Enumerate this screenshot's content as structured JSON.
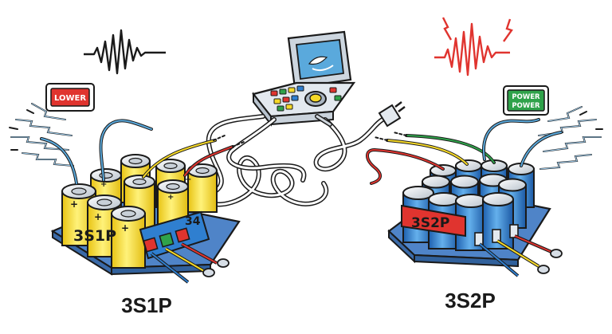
{
  "left_pack": {
    "badge": "LOWER",
    "body_label": "3S1P",
    "side_number": "34",
    "caption": "3S1P"
  },
  "right_pack": {
    "badge_line1": "POWER",
    "badge_line2": "POWER",
    "body_label": "3S2P",
    "caption": "3S2P"
  },
  "colors": {
    "left_cell": "#f6d928",
    "right_cell": "#2f7fd0",
    "badge_lower": "#e0342f",
    "badge_power": "#2fa24a",
    "right_label_band": "#e0342f",
    "base_tray": "#4f84c8",
    "signal_left": "#1a1a1a",
    "signal_right": "#e0342f",
    "device_body": "#dfe6ee",
    "device_screen": "#5aa9dc"
  },
  "icons": [
    "waveform-icon-left",
    "waveform-icon-right",
    "lightning-bolt-icon",
    "plug-icon",
    "test-device"
  ]
}
